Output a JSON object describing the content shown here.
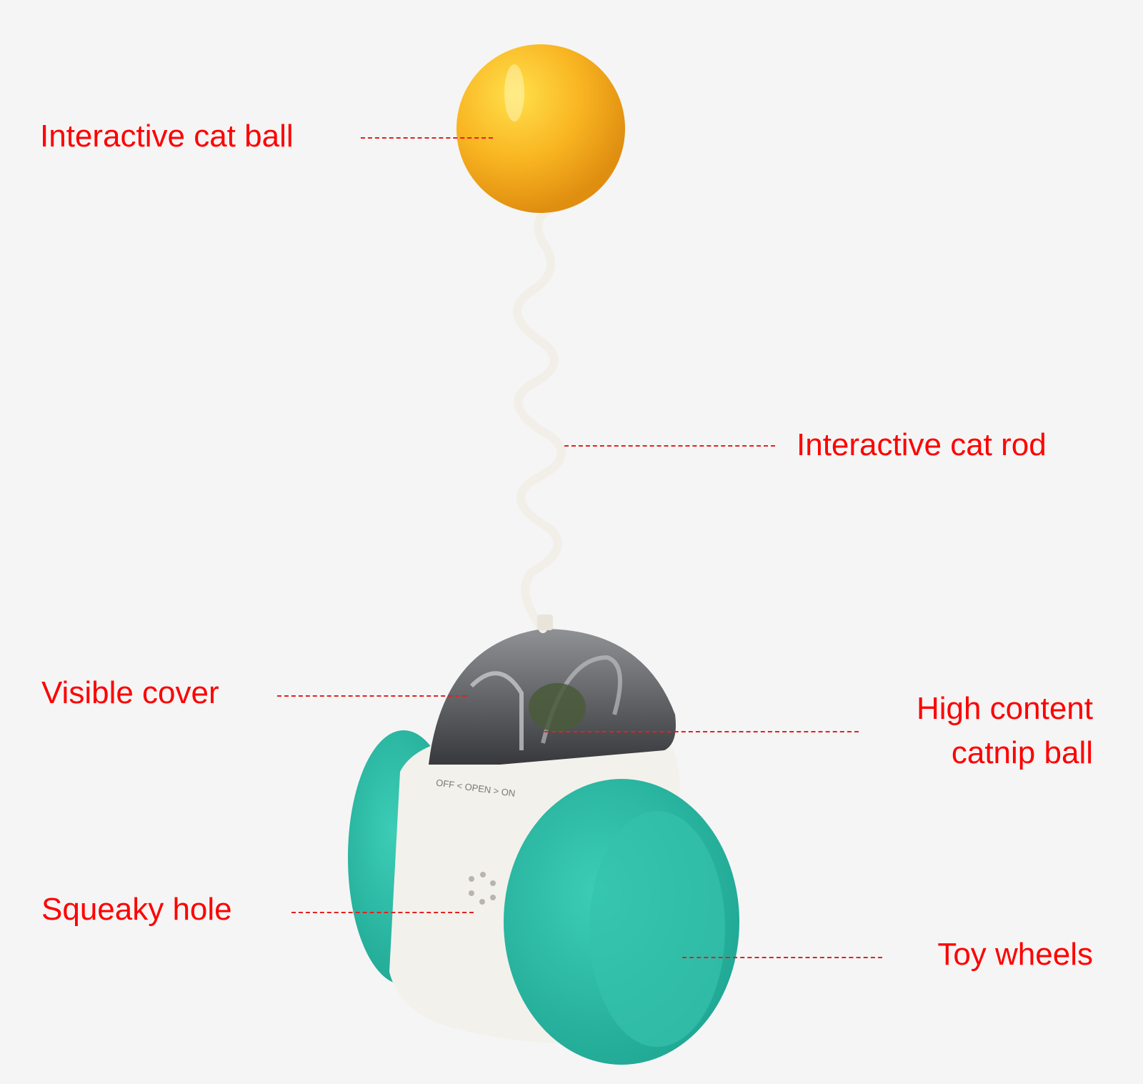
{
  "diagram": {
    "subject": "Interactive cat tumbler toy",
    "background": "#f5f5f5",
    "label_color": "#ff0000",
    "colors": {
      "ball": "#f5b21c",
      "rod": "#f2efe8",
      "cover": "#3c3c3c",
      "body": "#f3f1ec",
      "wheels": "#2fbfa8"
    },
    "body_marking": "OFF < OPEN > ON",
    "callouts": [
      {
        "id": "ball",
        "label": "Interactive cat ball"
      },
      {
        "id": "rod",
        "label": "Interactive cat rod"
      },
      {
        "id": "cover",
        "label": "Visible cover"
      },
      {
        "id": "catnip",
        "label_line1": "High content",
        "label_line2": "catnip ball"
      },
      {
        "id": "squeaky",
        "label": "Squeaky hole"
      },
      {
        "id": "wheels",
        "label": "Toy wheels"
      }
    ]
  }
}
